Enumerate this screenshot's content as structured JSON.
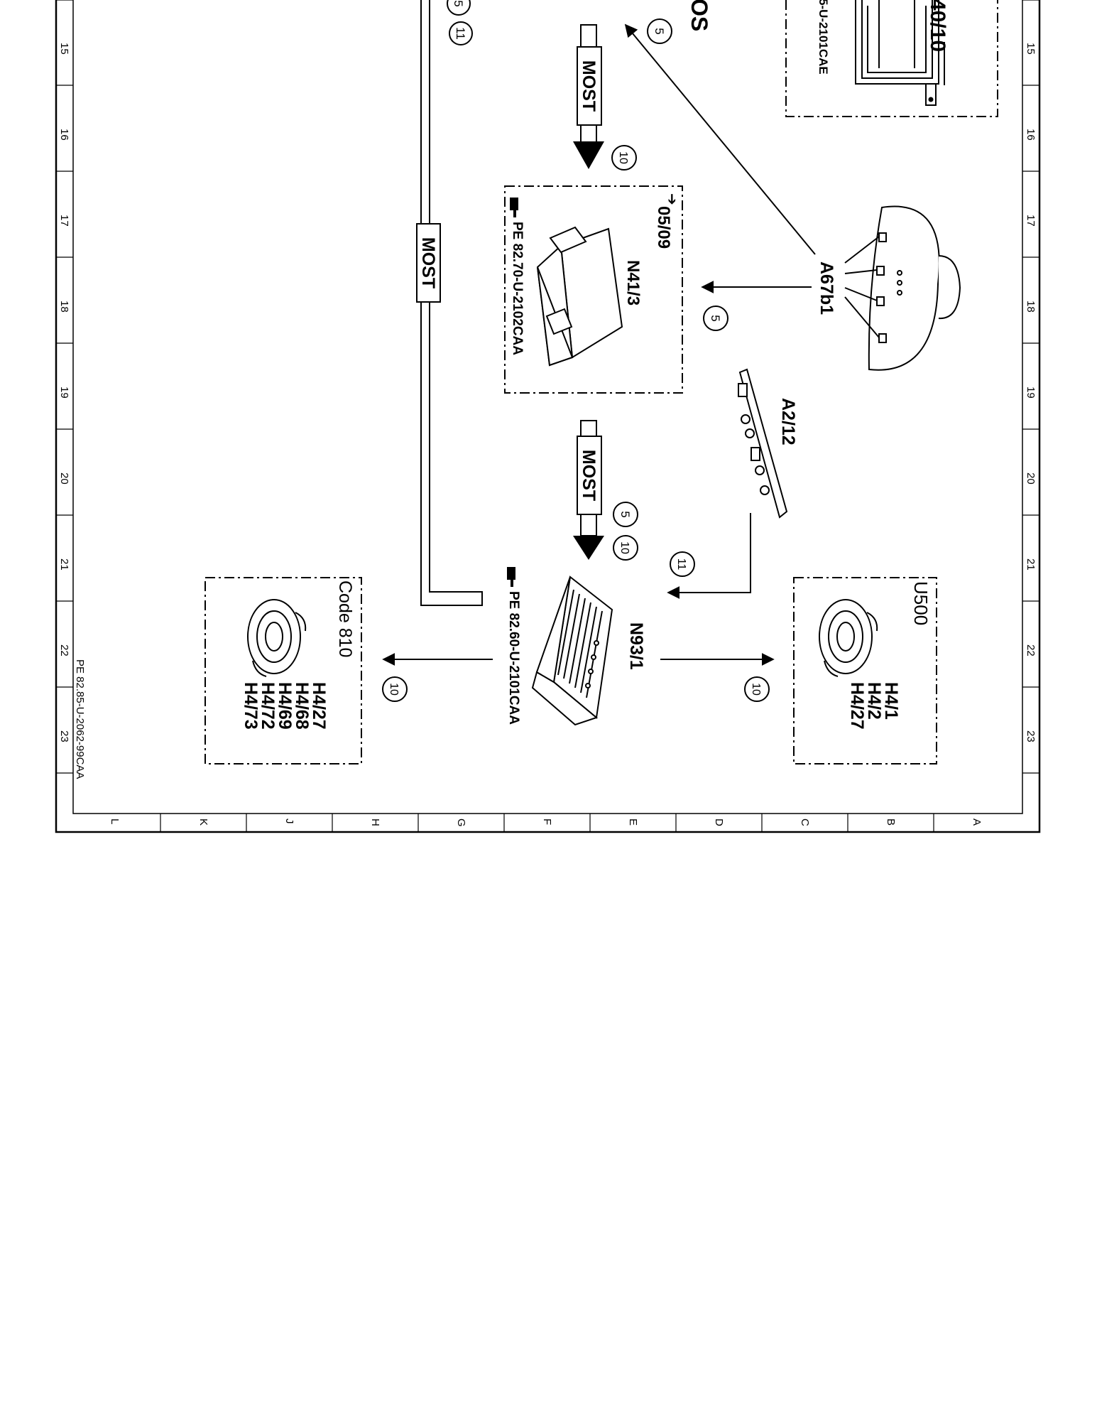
{
  "rows": [
    "15",
    "16",
    "17",
    "18",
    "19",
    "20",
    "21",
    "22",
    "23"
  ],
  "columns": [
    "L",
    "K",
    "J",
    "H",
    "G",
    "F",
    "E",
    "D",
    "C",
    "B",
    "A"
  ],
  "sheet_ref": "PE 82.85-U-2062-99CAA",
  "bus_labels": [
    "MOST",
    "MOST",
    "MOST"
  ],
  "top_fragments": {
    "partial_os": "OS",
    "partial_4010": "40/10",
    "partial_ref": "5-U-2101CAE"
  },
  "components": {
    "n41_3": {
      "id": "N41/3",
      "ref": "PE 82.70-U-2102CAA",
      "link": "05/09"
    },
    "n93_1": {
      "id": "N93/1",
      "ref": "PE 82.60-U-2101CAA"
    },
    "a67b1": {
      "id": "A67b1"
    },
    "a2_12": {
      "id": "A2/12"
    },
    "u500": {
      "title": "U500",
      "items": [
        "H4/1",
        "H4/2",
        "H4/27"
      ]
    },
    "code810": {
      "title": "Code 810",
      "items": [
        "H4/27",
        "H4/68",
        "H4/69",
        "H4/72",
        "H4/73"
      ]
    }
  },
  "signal_numbers": {
    "top_left_a": "5",
    "top_left_b": "11",
    "top_most": "10",
    "top_a67": "5",
    "a67_to_n41": "5",
    "n93_a": "5",
    "n93_b": "10",
    "a212_to_n93": "11",
    "n93_to_code810": "10",
    "n93_to_u500": "10"
  }
}
